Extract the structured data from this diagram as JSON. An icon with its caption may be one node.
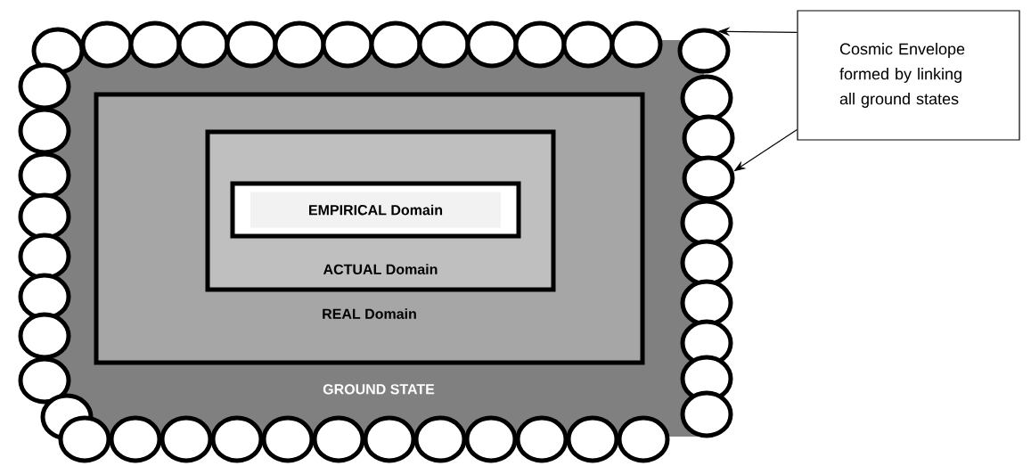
{
  "diagram": {
    "nodes": [
      {
        "text": [
          "GROUND STATE"
        ]
      },
      {
        "text": [
          "REAL Domain"
        ],
        "in": 0
      },
      {
        "text": [
          "ACTUAL Domain"
        ],
        "in": 1
      },
      {
        "text": [
          "EMPIRICAL Domain"
        ],
        "in": 2
      },
      {
        "text": [
          "Cosmic Envelope formed by linking all ground states"
        ]
      },
      {
        "text": [],
        "shape": "circle"
      },
      {
        "text": [],
        "shape": "circle"
      }
    ],
    "edges": [
      {
        "from": 4,
        "to": 5,
        "arrow": "to"
      },
      {
        "from": 4,
        "to": 6,
        "arrow": "to"
      }
    ]
  }
}
